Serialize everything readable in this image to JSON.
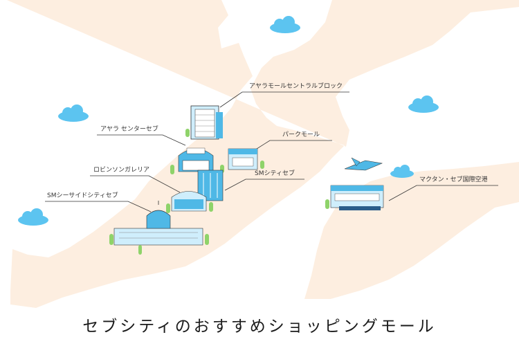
{
  "title": "セブシティのおすすめショッピングモール",
  "colors": {
    "land": "#fdeee0",
    "building_blue": "#4fb8e6",
    "building_light": "#cfeefc",
    "cloud": "#5cc4f0",
    "tree": "#8fd36a",
    "line": "#333333"
  },
  "locations": [
    {
      "id": "ayala-central-bloc",
      "label": "アヤラモールセントラルブロック",
      "icon": "office-tower-icon"
    },
    {
      "id": "ayala-center-cebu",
      "label": "アヤラ センターセブ",
      "icon": "mall-icon"
    },
    {
      "id": "park-mall",
      "label": "パークモール",
      "icon": "mall-icon"
    },
    {
      "id": "robinsons-galleria",
      "label": "ロビンソンガレリア",
      "icon": "mall-icon"
    },
    {
      "id": "sm-city-cebu",
      "label": "SMシティセブ",
      "icon": "mall-icon"
    },
    {
      "id": "sm-seaside",
      "label": "SMシーサイドシティセブ",
      "icon": "domed-building-icon"
    },
    {
      "id": "mactan-airport",
      "label": "マクタン・セブ国際空港",
      "icon": "airport-icon"
    }
  ]
}
